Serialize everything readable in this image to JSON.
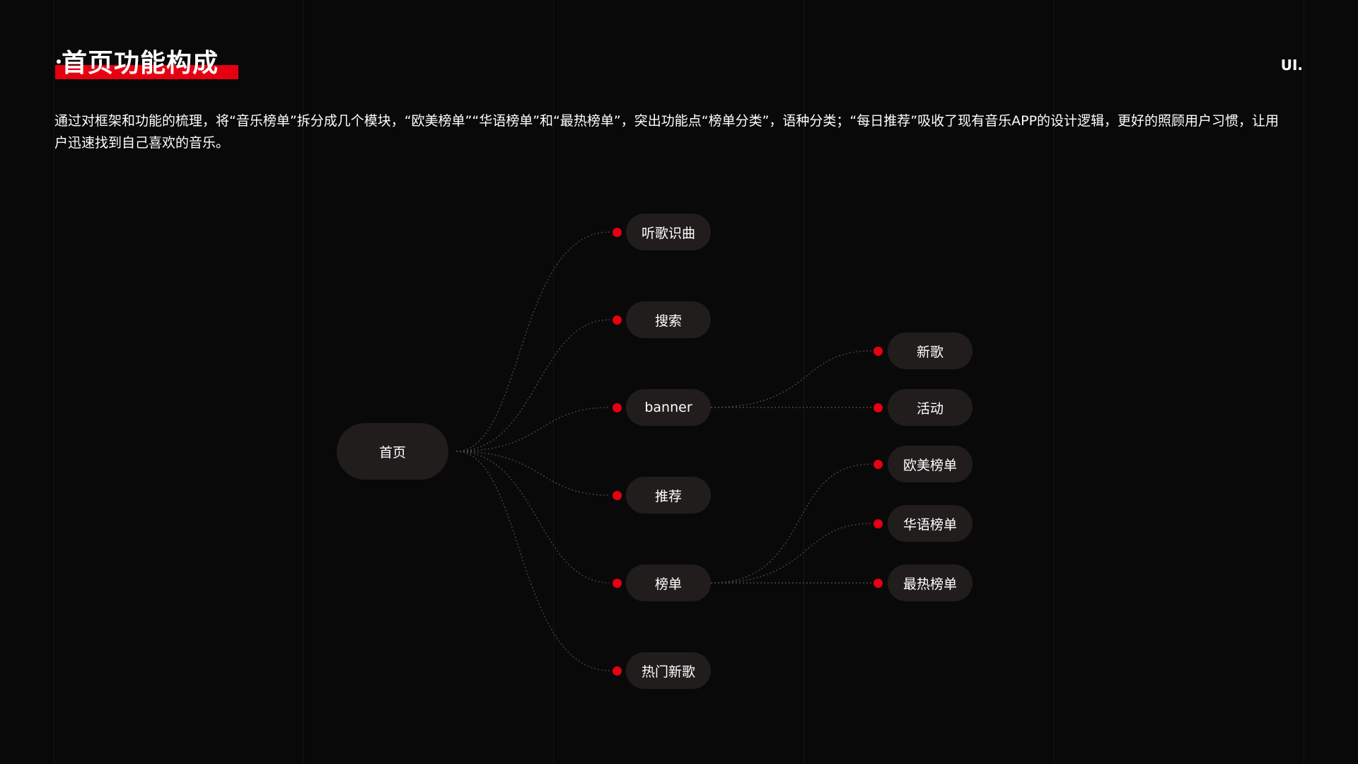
{
  "title": "首页功能构成",
  "brand": "UI.",
  "description": "通过对框架和功能的梳理，将“音乐榜单”拆分成几个模块，“欧美榜单”“华语榜单”和“最热榜单”，突出功能点“榜单分类”，语种分类；“每日推荐”吸收了现有音乐APP的设计逻辑，更好的照顾用户习惯，让用户迅速找到自己喜欢的音乐。",
  "colors": {
    "background": "#0a0909",
    "accent": "#e60012",
    "node": "#211d1d",
    "link": "#4a4444"
  },
  "diagram": {
    "root": "首页",
    "level1": [
      "听歌识曲",
      "搜索",
      "banner",
      "推荐",
      "榜单",
      "热门新歌"
    ],
    "children": {
      "banner": [
        "新歌",
        "活动"
      ],
      "榜单": [
        "欧美榜单",
        "华语榜单",
        "最热榜单"
      ]
    }
  }
}
